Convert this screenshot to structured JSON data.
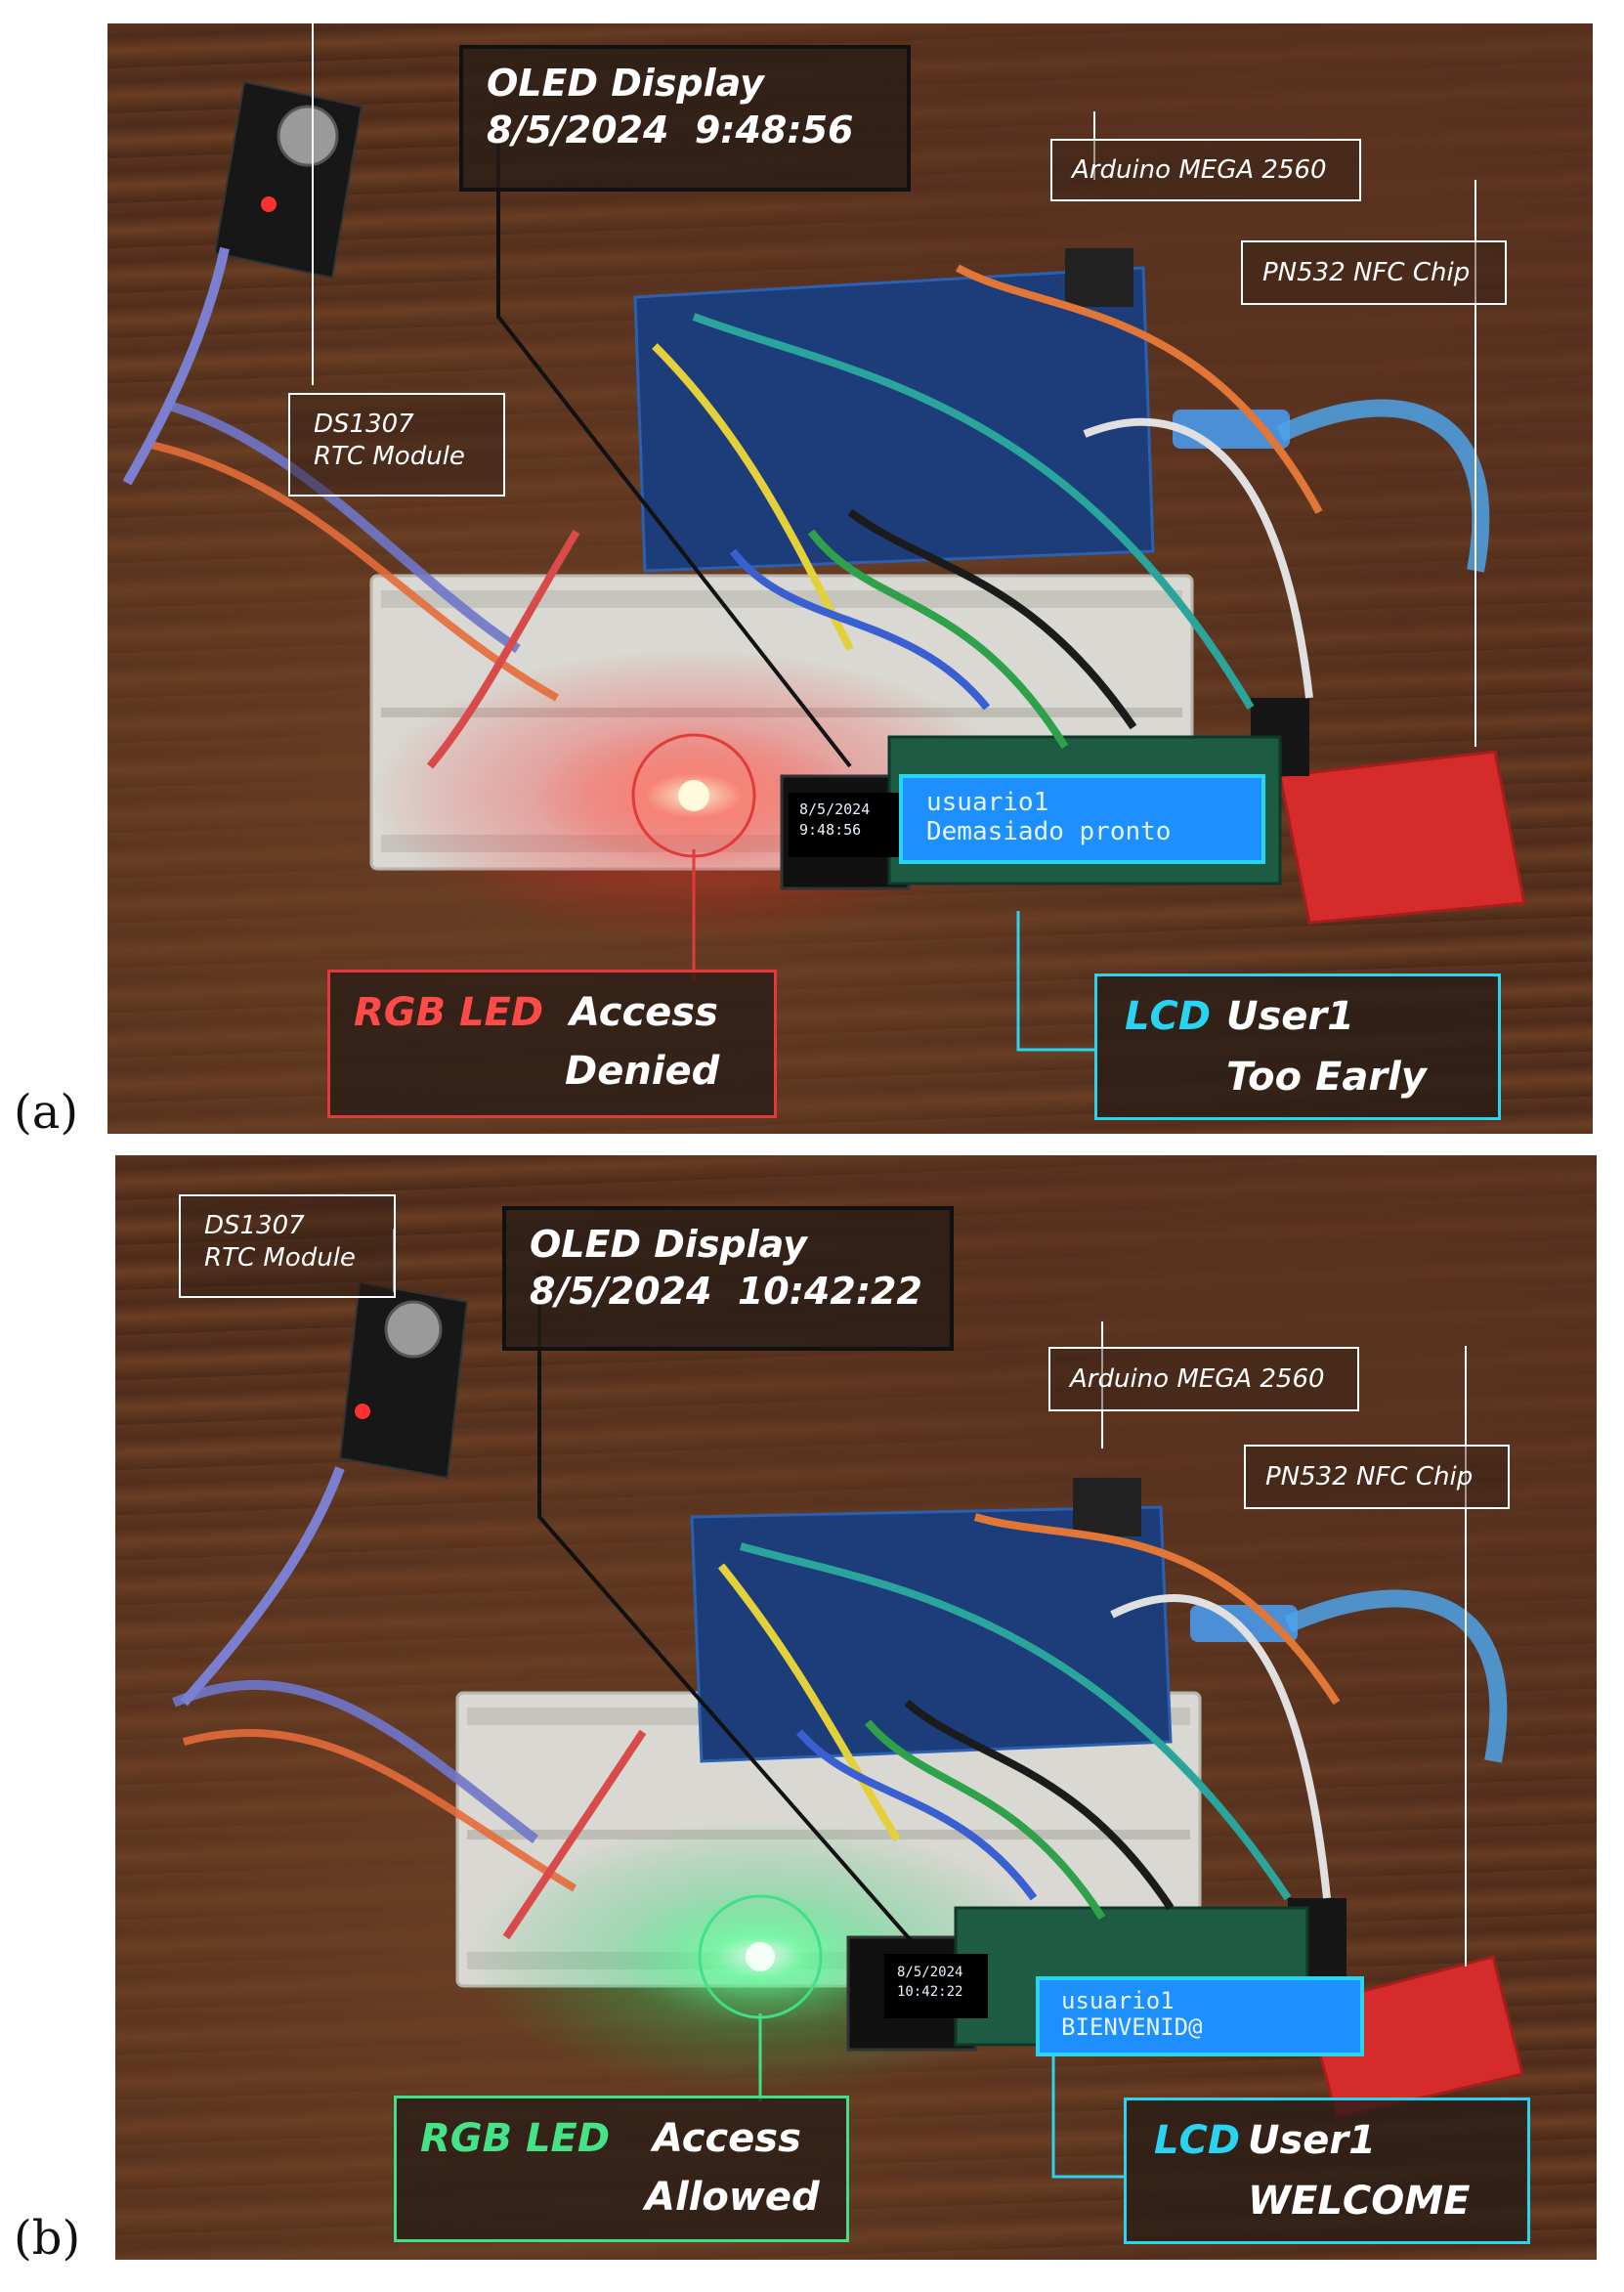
{
  "panels": [
    {
      "letter": "(a)",
      "callouts": {
        "oled_title": "OLED Display",
        "oled_value": "8/5/2024  9:48:56",
        "arduino": "Arduino MEGA 2560",
        "pn532": "PN532 NFC Chip",
        "rtc_line1": "DS1307",
        "rtc_line2": "RTC Module",
        "led_label": "RGB LED",
        "led_status_1": "Access",
        "led_status_2": "Denied",
        "lcd_label": "LCD",
        "lcd_status_1": "User1",
        "lcd_status_2": "Too Early"
      },
      "screens": {
        "oled_line1": "8/5/2024",
        "oled_line2": "9:48:56",
        "lcd_line1": "usuario1",
        "lcd_line2": "Demasiado pronto"
      },
      "led_color": "#ff3b3b"
    },
    {
      "letter": "(b)",
      "callouts": {
        "oled_title": "OLED Display",
        "oled_value": "8/5/2024  10:42:22",
        "arduino": "Arduino MEGA 2560",
        "pn532": "PN532 NFC Chip",
        "rtc_line1": "DS1307",
        "rtc_line2": "RTC Module",
        "led_label": "RGB LED",
        "led_status_1": "Access",
        "led_status_2": "Allowed",
        "lcd_label": "LCD",
        "lcd_status_1": "User1",
        "lcd_status_2": "WELCOME"
      },
      "screens": {
        "oled_line1": "8/5/2024",
        "oled_line2": "10:42:22",
        "lcd_line1": "usuario1",
        "lcd_line2": "BIENVENID@"
      },
      "led_color": "#3dff7a"
    }
  ],
  "colors": {
    "rgb_led_denied": "#e23a3a",
    "rgb_led_allowed": "#3fe08a",
    "lcd_accent": "#2ad3f0",
    "lcd_screen": "#1e8fff",
    "oled_text": "#e8f4ff"
  }
}
